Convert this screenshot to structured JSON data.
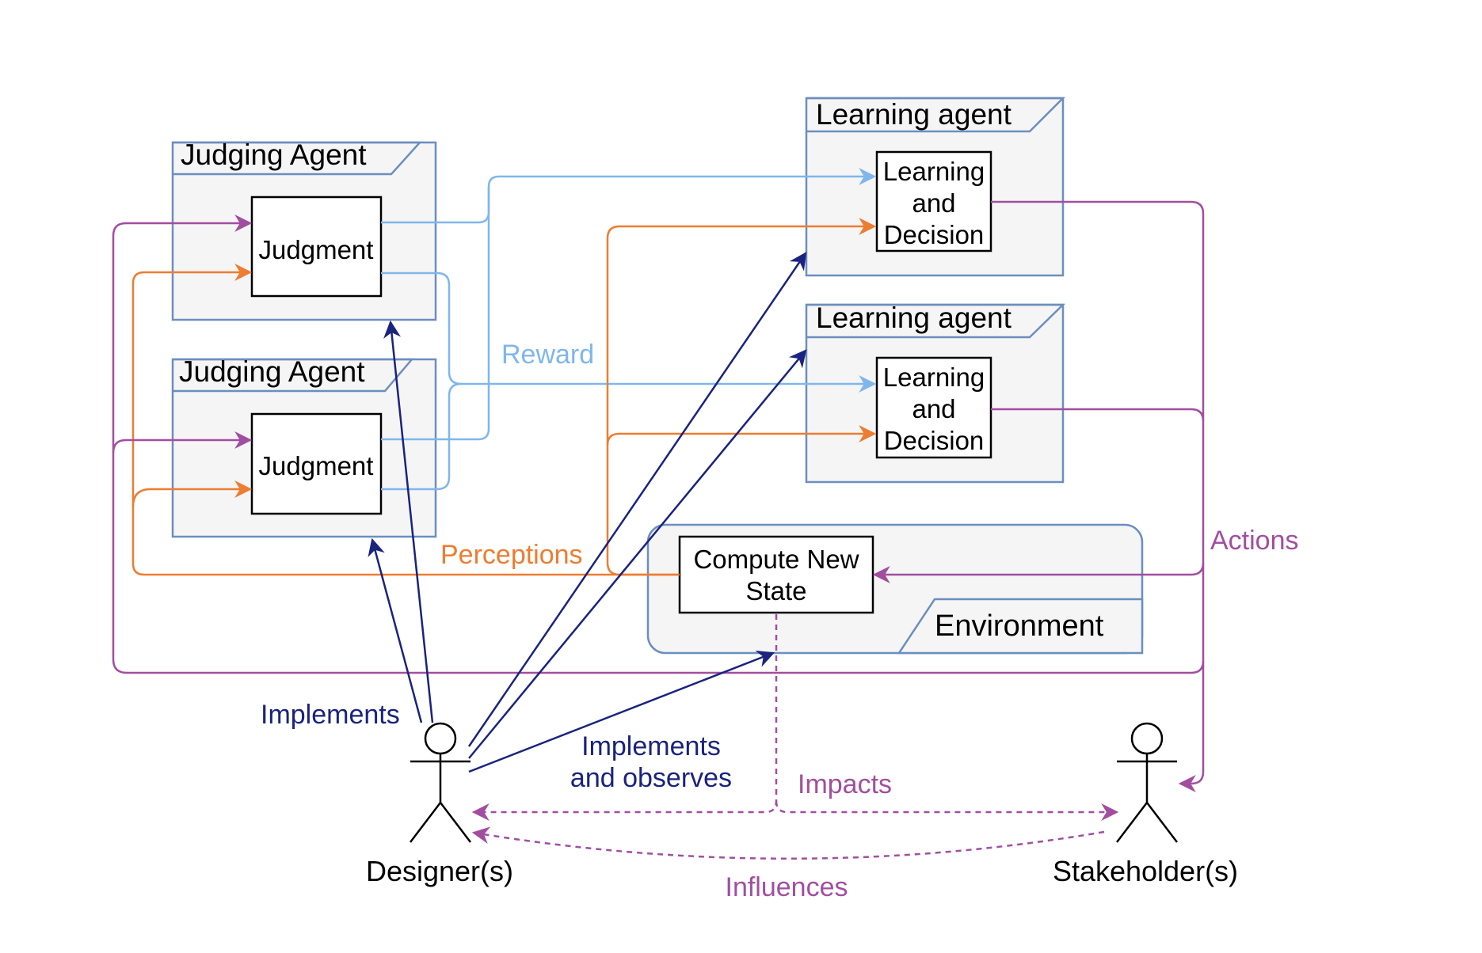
{
  "frames": {
    "judging_agent_1": "Judging Agent",
    "judging_agent_2": "Judging Agent",
    "learning_agent_1": "Learning agent",
    "learning_agent_2": "Learning agent",
    "environment": "Environment"
  },
  "boxes": {
    "judgment_1": "Judgment",
    "judgment_2": "Judgment",
    "learning_1": [
      "Learning",
      "and",
      "Decision"
    ],
    "learning_2": [
      "Learning",
      "and",
      "Decision"
    ],
    "compute_state": [
      "Compute New",
      "State"
    ]
  },
  "flows": {
    "reward": "Reward",
    "perceptions": "Perceptions",
    "actions": "Actions",
    "implements": "Implements",
    "implements_observes": [
      "Implements",
      "and observes"
    ],
    "impacts": "Impacts",
    "influences": "Influences"
  },
  "actors": {
    "designer": "Designer(s)",
    "stakeholder": "Stakeholder(s)"
  },
  "colors": {
    "reward": "#7fb7ec",
    "perceptions": "#ed7d31",
    "actions": "#a24ea0",
    "implements": "#1a237e",
    "frame_border": "#6c8ebf",
    "frame_fill": "#f5f5f5"
  }
}
